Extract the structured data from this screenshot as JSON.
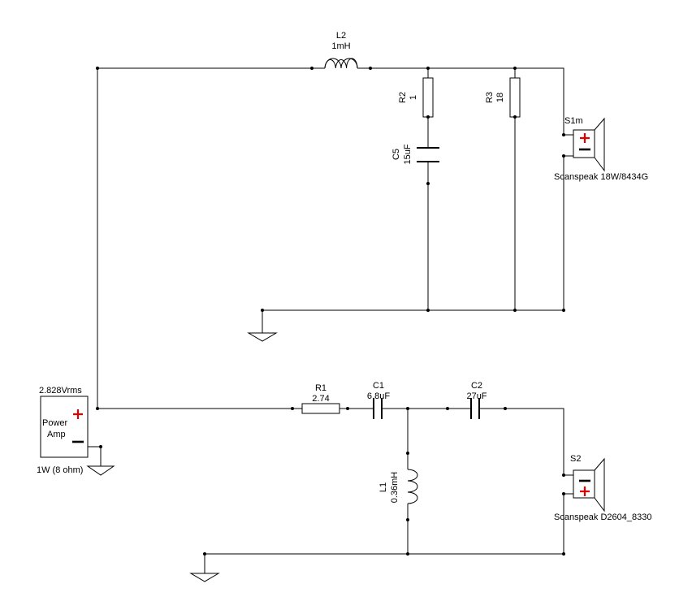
{
  "components": {
    "l2": {
      "ref": "L2",
      "value": "1mH"
    },
    "r2": {
      "ref": "R2",
      "value": "1"
    },
    "c5": {
      "ref": "C5",
      "value": "15uF"
    },
    "r3": {
      "ref": "R3",
      "value": "18"
    },
    "s1m": {
      "ref": "S1m",
      "model": "Scanspeak 18W/8434G"
    },
    "amp": {
      "voltage": "2.828Vrms",
      "name_line1": "Power",
      "name_line2": "Amp",
      "power": "1W (8 ohm)"
    },
    "r1": {
      "ref": "R1",
      "value": "2.74"
    },
    "c1": {
      "ref": "C1",
      "value": "6.8uF"
    },
    "c2": {
      "ref": "C2",
      "value": "27uF"
    },
    "l1": {
      "ref": "L1",
      "value": "0.36mH"
    },
    "s2": {
      "ref": "S2",
      "model": "Scanspeak D2604_8330"
    }
  },
  "colors": {
    "wire": "#000000",
    "polarity_plus": "#e00000",
    "background": "#ffffff"
  }
}
